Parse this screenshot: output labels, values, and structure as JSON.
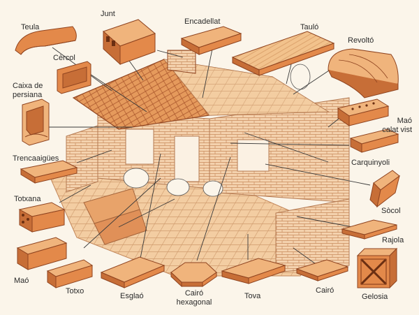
{
  "labels": {
    "teula": "Teula",
    "junt": "Junt",
    "encadellat": "Encadellat",
    "taulo": "Tauló",
    "revolto": "Revoltó",
    "cercol": "Cèrcol",
    "caixa_line1": "Caixa de",
    "caixa_line2": "persiana",
    "mao_vist_line1": "Maó",
    "mao_vist_line2": "calat vist",
    "trencaaigues": "Trencaaigües",
    "carquinyoli": "Carquinyoli",
    "totxana": "Totxana",
    "socol": "Sòcol",
    "rajola": "Rajola",
    "mao": "Maó",
    "totxo": "Totxo",
    "esglao": "Esglaó",
    "cairo_hex_line1": "Cairó",
    "cairo_hex_line2": "hexagonal",
    "tova": "Tova",
    "cairo": "Cairó",
    "gelosia": "Gelosia"
  },
  "colors": {
    "background": "#fbf5ea",
    "terracotta": "#e3894a",
    "terracotta_dark": "#b4582a",
    "terracotta_light": "#f0b47c",
    "wall": "#f6dcbf",
    "floor": "#f3cfa3",
    "line": "#3a3a3a"
  }
}
